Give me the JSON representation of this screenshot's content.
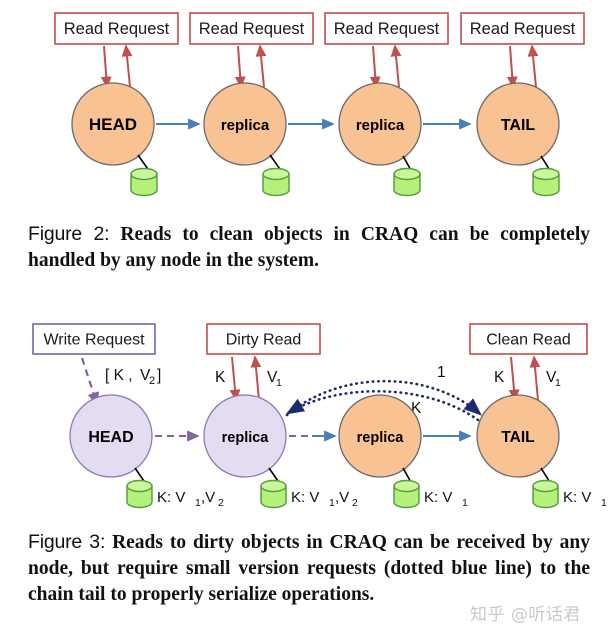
{
  "palette": {
    "orange_fill": "#f9c293",
    "orange_stroke": "#6b6b6b",
    "lavender_fill": "#e4ddf2",
    "lavender_stroke": "#8d79b8",
    "green_fill": "#b5f07a",
    "green_stroke": "#4f9b3e",
    "red_box_stroke": "#c0504d",
    "red_arrow": "#c0504d",
    "purple_box_stroke": "#7a64a8",
    "purple_arrow": "#8064a2",
    "blue_arrow": "#4a7ebb",
    "navy_dotted": "#1f2a6e",
    "black": "#000000",
    "watermark": "#c9c9c9"
  },
  "figure2": {
    "request_boxes": [
      {
        "label": "Read Request"
      },
      {
        "label": "Read Request"
      },
      {
        "label": "Read Request"
      },
      {
        "label": "Read Request"
      }
    ],
    "nodes": [
      {
        "label": "HEAD",
        "state": "clean"
      },
      {
        "label": "replica",
        "state": "clean"
      },
      {
        "label": "replica",
        "state": "clean"
      },
      {
        "label": "TAIL",
        "state": "clean"
      }
    ],
    "storage": [
      {
        "label": ""
      },
      {
        "label": ""
      },
      {
        "label": ""
      },
      {
        "label": ""
      }
    ],
    "caption_label": "Figure 2:",
    "caption_text": "Reads to clean objects in CRAQ can be completely handled by any node in the system."
  },
  "figure3": {
    "request_boxes": [
      {
        "label": "Write Request",
        "kind": "write"
      },
      {
        "label": "Dirty Read",
        "kind": "read"
      },
      {
        "label": "Clean Read",
        "kind": "read"
      }
    ],
    "nodes": [
      {
        "label": "HEAD",
        "state": "dirty"
      },
      {
        "label": "replica",
        "state": "dirty"
      },
      {
        "label": "replica",
        "state": "clean"
      },
      {
        "label": "TAIL",
        "state": "clean"
      }
    ],
    "storage_labels": [
      {
        "key": "K:",
        "v1": "V",
        "v1sub": "1",
        "v2": "V",
        "v2sub": "2",
        "text": "K: V1,V2"
      },
      {
        "key": "K:",
        "text": "K: V1,V2"
      },
      {
        "key": "K:",
        "text": "K: V1"
      },
      {
        "key": "K:",
        "text": "K: V1"
      }
    ],
    "edge_labels": {
      "write_payload_open": "[ K ,",
      "write_payload_v": "V",
      "write_payload_sub": "2",
      "write_payload_close": "]",
      "dirty_read_key": "K",
      "dirty_read_value": "V",
      "dirty_read_value_sub": "1",
      "version_query_key": "K",
      "version_reply": "1",
      "clean_read_key": "K",
      "clean_read_value": "V",
      "clean_read_value_sub": "1"
    },
    "caption_label": "Figure 3:",
    "caption_text": "Reads to dirty objects in CRAQ can be received by any node, but require small version requests (dotted blue line) to the chain tail to properly serialize operations."
  },
  "watermark": {
    "text": "知乎 @听话君"
  }
}
